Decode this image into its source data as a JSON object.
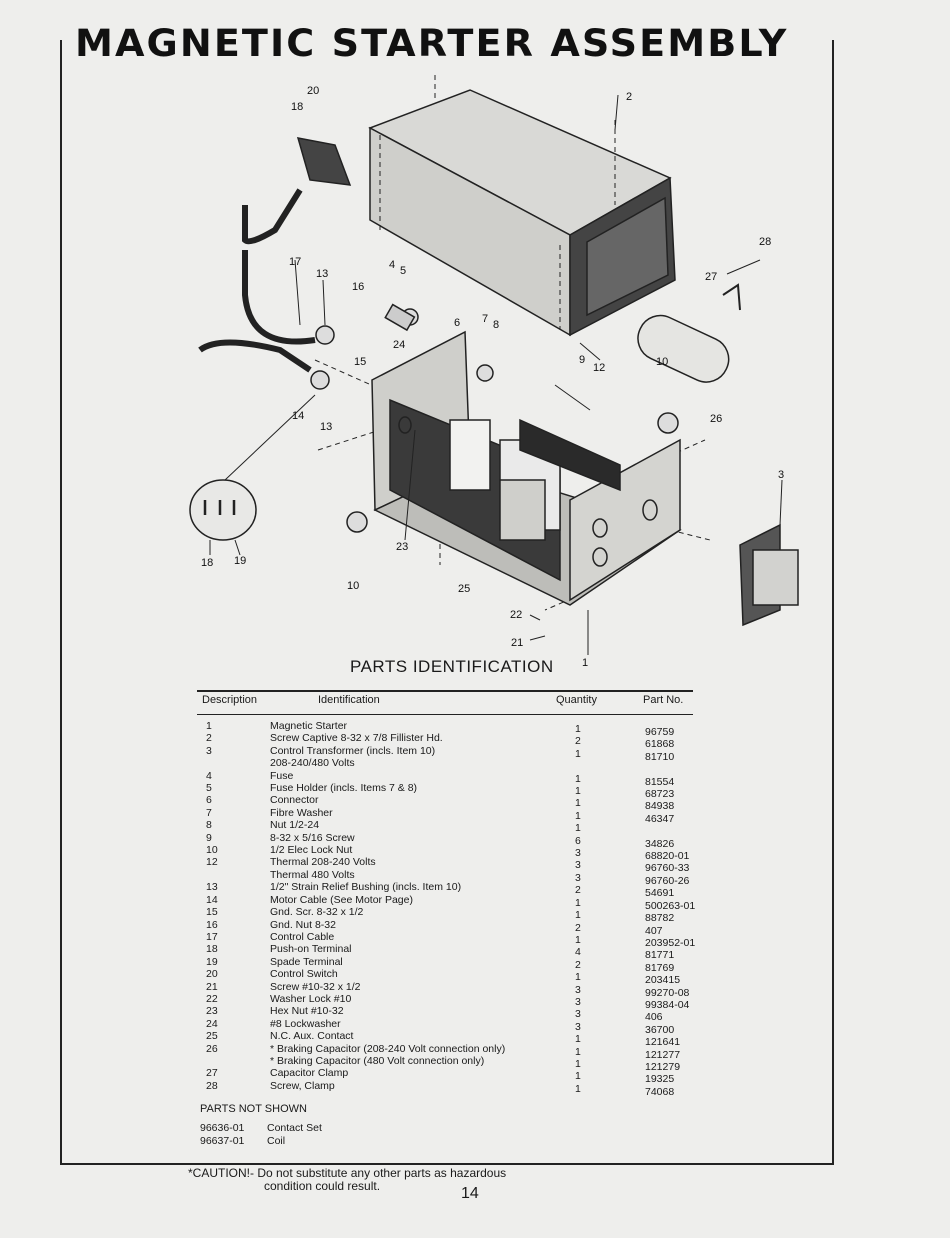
{
  "title": "MAGNETIC STARTER ASSEMBLY",
  "diagram": {
    "callouts": [
      "20",
      "18",
      "2",
      "28",
      "27",
      "17",
      "13",
      "4",
      "5",
      "16",
      "6",
      "7",
      "8",
      "15",
      "24",
      "9",
      "12",
      "10",
      "26",
      "14",
      "13",
      "3",
      "18",
      "19",
      "23",
      "10",
      "25",
      "22",
      "21",
      "1"
    ]
  },
  "parts_heading": "PARTS IDENTIFICATION",
  "table": {
    "headers": {
      "description": "Description",
      "identification": "Identification",
      "quantity": "Quantity",
      "part_no": "Part No."
    },
    "description_col": "1\n2\n3\n\n4\n5\n6\n7\n8\n9\n10\n12\n\n13\n14\n15\n16\n17\n18\n19\n20\n21\n22\n23\n24\n25\n26\n\n27\n28",
    "identification_col": "Magnetic Starter\nScrew Captive 8-32 x 7/8 Fillister Hd.\nControl Transformer (incls. Item 10)\n208-240/480 Volts\nFuse\nFuse Holder (incls. Items 7 & 8)\nConnector\nFibre Washer\nNut 1/2-24\n8-32 x 5/16 Screw\n1/2 Elec Lock Nut\nThermal 208-240 Volts\nThermal 480 Volts\n1/2\" Strain Relief Bushing (incls. Item 10)\nMotor Cable (See Motor Page)\nGnd. Scr. 8-32 x 1/2\nGnd. Nut 8-32\nControl Cable\nPush-on Terminal\nSpade Terminal\nControl Switch\nScrew #10-32 x 1/2\nWasher Lock #10\nHex Nut #10-32\n#8 Lockwasher\nN.C. Aux. Contact\n* Braking Capacitor (208-240 Volt connection only)\n* Braking Capacitor (480 Volt connection only)\nCapacitor Clamp\nScrew, Clamp",
    "quantity_col": "1\n2\n1\n\n1\n1\n1\n1\n1\n6\n3\n3\n3\n2\n1\n1\n2\n1\n4\n2\n1\n3\n3\n3\n3\n1\n1\n1\n1\n1",
    "part_no_col": "96759\n61868\n81710\n\n81554\n68723\n84938\n46347\n\n34826\n68820-01\n96760-33\n96760-26\n54691\n500263-01\n88782\n407\n203952-01\n81771\n81769\n203415\n99270-08\n99384-04\n406\n36700\n121641\n121277\n121279\n19325\n74068"
  },
  "parts_not_shown": {
    "title": "PARTS NOT SHOWN",
    "items": [
      {
        "number": "96636-01",
        "name": "Contact Set"
      },
      {
        "number": "96637-01",
        "name": "Coil"
      }
    ]
  },
  "caution": {
    "line1": "*CAUTION!- Do not substitute any other parts as hazardous",
    "line2": "condition could result."
  },
  "page_number": "14"
}
